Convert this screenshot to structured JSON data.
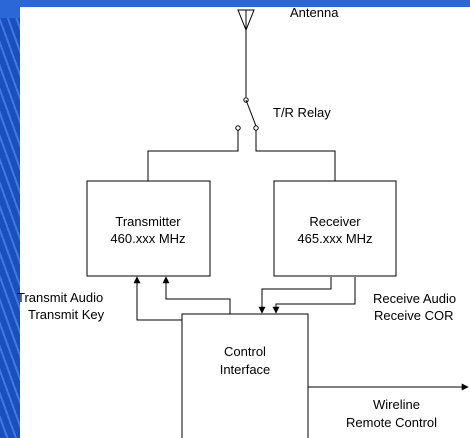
{
  "antenna_label": "Antenna",
  "relay_label": "T/R Relay",
  "transmitter": {
    "line1": "Transmitter",
    "line2": "460.xxx MHz"
  },
  "receiver": {
    "line1": "Receiver",
    "line2": "465.xxx MHz"
  },
  "control": {
    "line1": "Control",
    "line2": "Interface"
  },
  "transmit_labels": {
    "line1": "Transmit Audio",
    "line2": "Transmit Key"
  },
  "receive_labels": {
    "line1": "Receive Audio",
    "line2": "Receive COR"
  },
  "wireline_labels": {
    "line1": "Wireline",
    "line2": "Remote Control"
  }
}
